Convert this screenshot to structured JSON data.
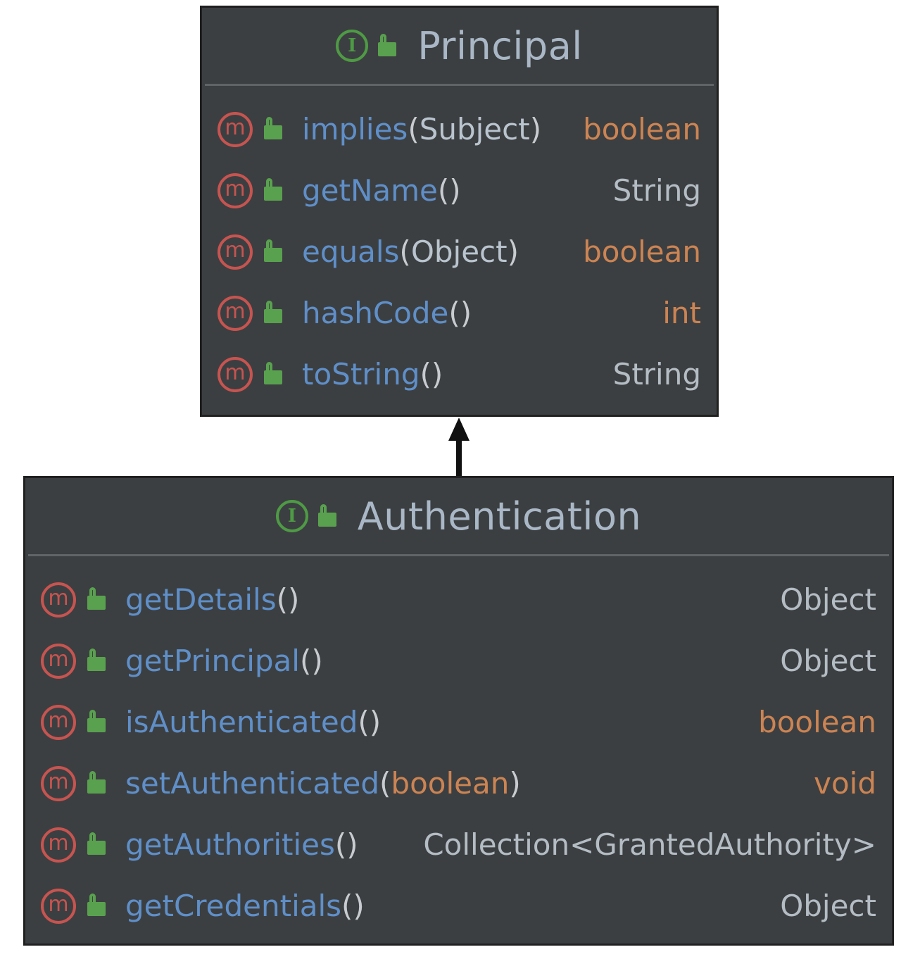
{
  "diagram": {
    "principal": {
      "name": "Principal",
      "kind_icon": "interface-icon",
      "methods": [
        {
          "name": "implies",
          "open": "(",
          "params": "Subject",
          "params_kw": false,
          "close": ")",
          "returns": "boolean",
          "returns_kw": true
        },
        {
          "name": "getName",
          "open": "(",
          "params": "",
          "params_kw": false,
          "close": ")",
          "returns": "String",
          "returns_kw": false
        },
        {
          "name": "equals",
          "open": "(",
          "params": "Object",
          "params_kw": false,
          "close": ")",
          "returns": "boolean",
          "returns_kw": true
        },
        {
          "name": "hashCode",
          "open": "(",
          "params": "",
          "params_kw": false,
          "close": ")",
          "returns": "int",
          "returns_kw": true
        },
        {
          "name": "toString",
          "open": "(",
          "params": "",
          "params_kw": false,
          "close": ")",
          "returns": "String",
          "returns_kw": false
        }
      ]
    },
    "authentication": {
      "name": "Authentication",
      "kind_icon": "interface-icon",
      "methods": [
        {
          "name": "getDetails",
          "open": "(",
          "params": "",
          "params_kw": false,
          "close": ")",
          "returns": "Object",
          "returns_kw": false
        },
        {
          "name": "getPrincipal",
          "open": "(",
          "params": "",
          "params_kw": false,
          "close": ")",
          "returns": "Object",
          "returns_kw": false
        },
        {
          "name": "isAuthenticated",
          "open": "(",
          "params": "",
          "params_kw": false,
          "close": ")",
          "returns": "boolean",
          "returns_kw": true
        },
        {
          "name": "setAuthenticated",
          "open": "(",
          "params": "boolean",
          "params_kw": true,
          "close": ")",
          "returns": "void",
          "returns_kw": true
        },
        {
          "name": "getAuthorities",
          "open": "(",
          "params": "",
          "params_kw": false,
          "close": ")",
          "returns": "Collection<GrantedAuthority>",
          "returns_kw": false
        },
        {
          "name": "getCredentials",
          "open": "(",
          "params": "",
          "params_kw": false,
          "close": ")",
          "returns": "Object",
          "returns_kw": false
        }
      ]
    },
    "icons": {
      "interface_glyph": "I",
      "method_glyph": "m"
    },
    "relation": {
      "from": "Authentication",
      "to": "Principal",
      "type": "extends"
    },
    "colors": {
      "box_bg": "#3c3f41",
      "method_name": "#5f8fc9",
      "keyword": "#cc8453",
      "type": "#b4bcc4",
      "interface_icon": "#4e9a45",
      "method_icon": "#c75450",
      "lock": "#59a14f"
    }
  }
}
